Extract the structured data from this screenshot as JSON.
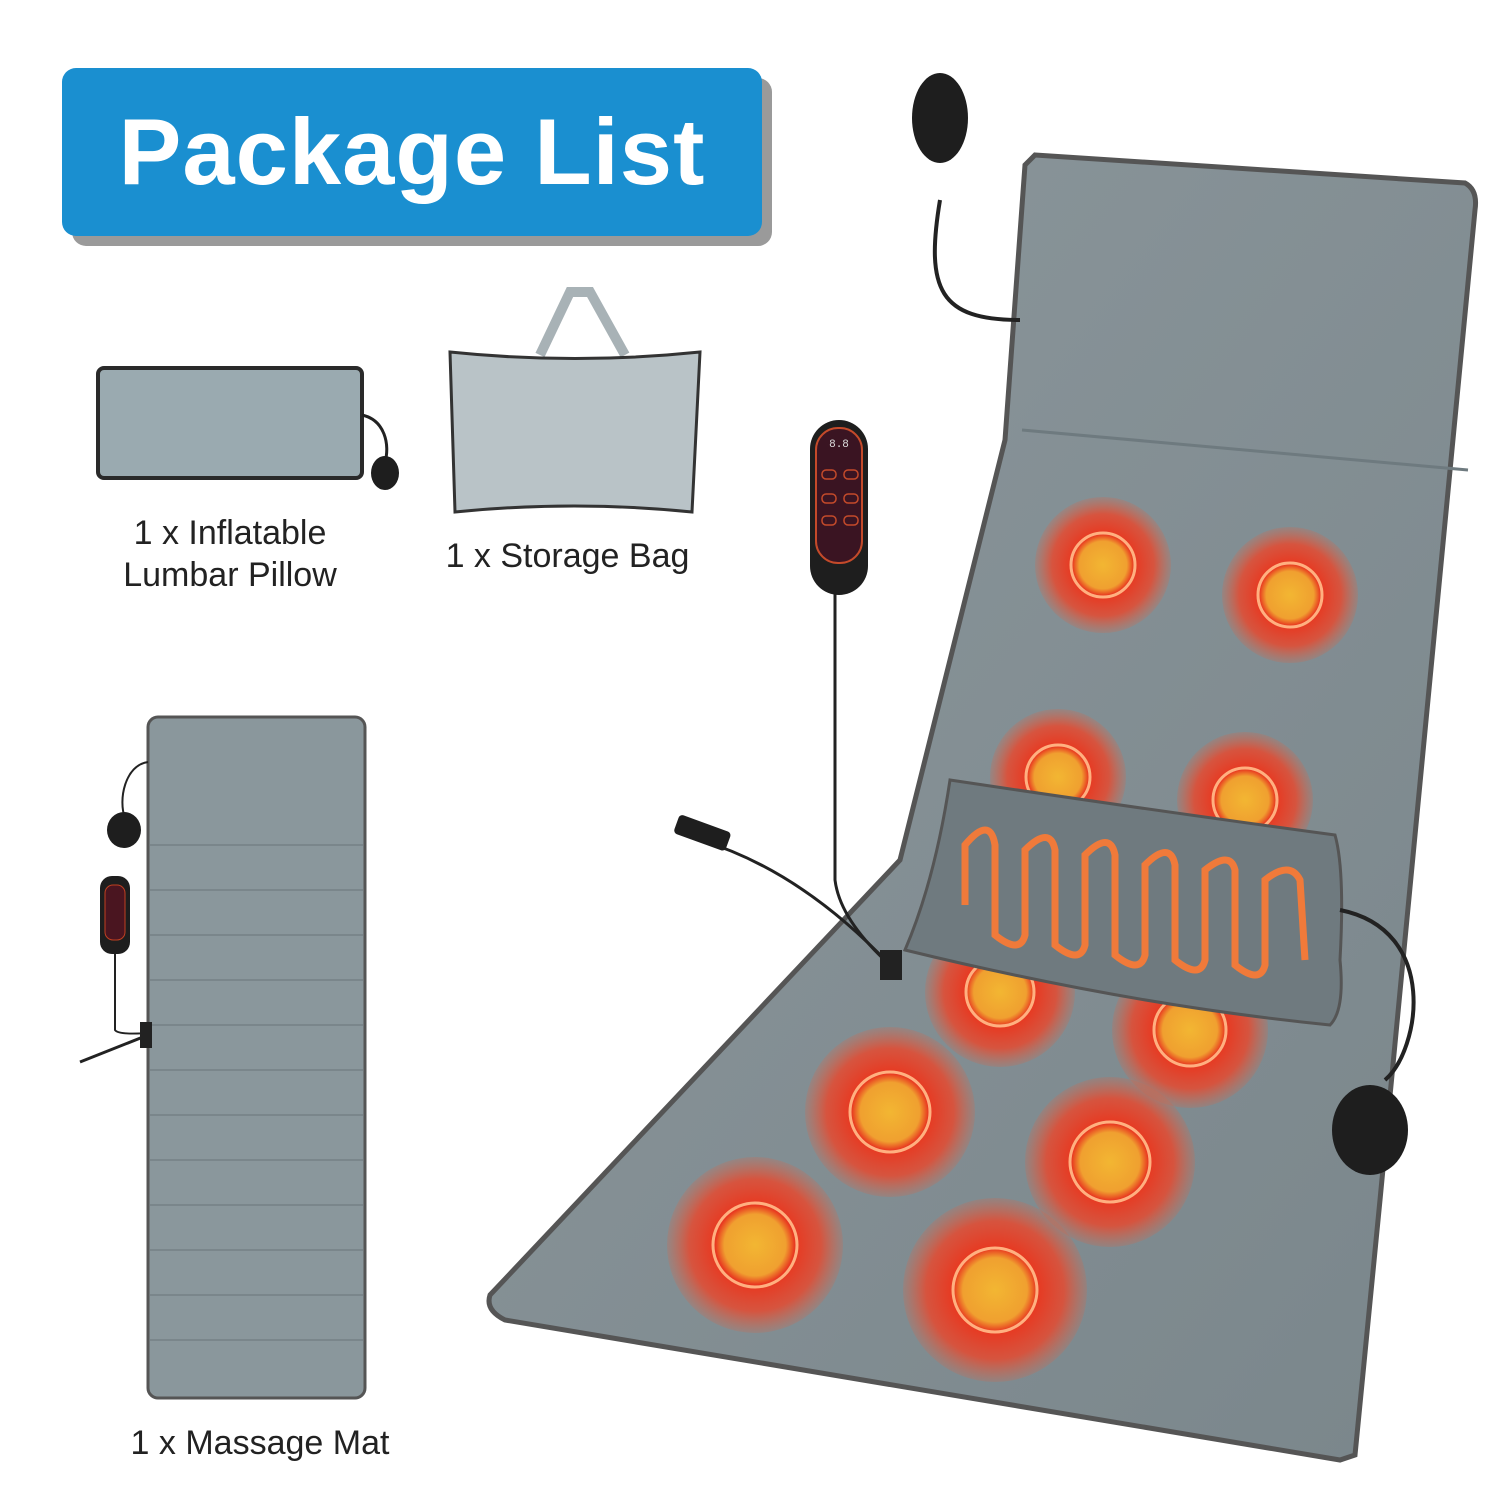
{
  "banner": {
    "title": "Package List",
    "color": "#1a8fd0"
  },
  "items": [
    {
      "line1": "1 x Inflatable",
      "line2": "Lumbar Pillow"
    },
    {
      "line1": "1 x Storage Bag"
    },
    {
      "line1": "1 x Massage Mat"
    }
  ],
  "remote": {
    "display": "8.8"
  }
}
